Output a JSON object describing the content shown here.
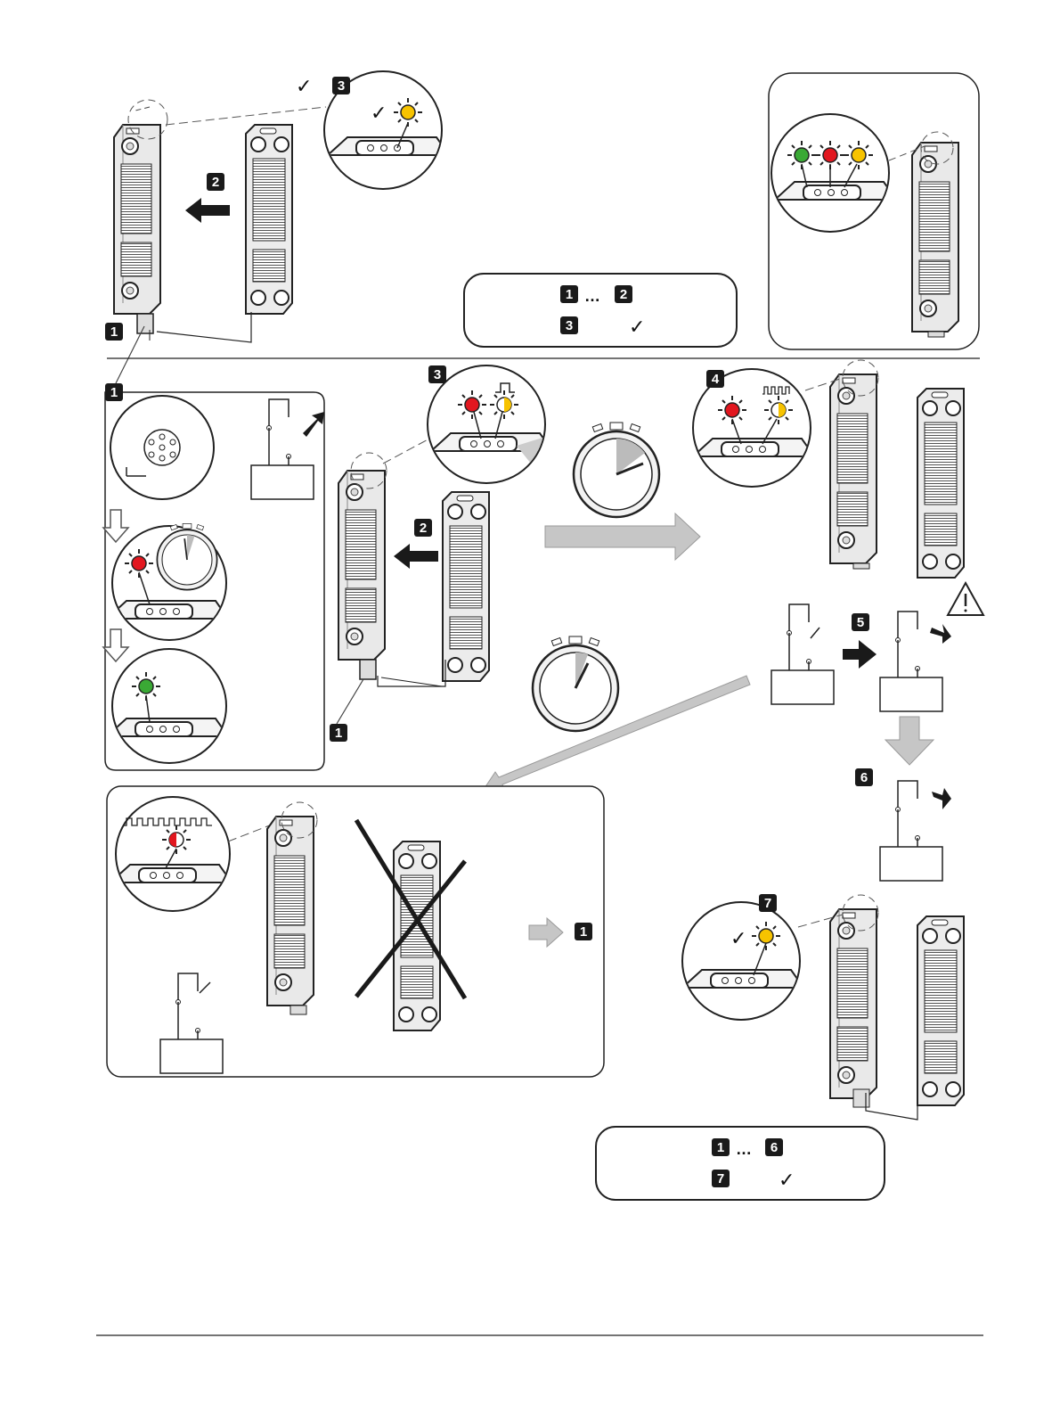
{
  "colors": {
    "led_green": "#3aa935",
    "led_red": "#e2171f",
    "led_yellow": "#f7c300",
    "arrow_grey": "#bdbdbd",
    "ink": "#1a1a1a"
  },
  "step_badges": {
    "s1": "1",
    "s2": "2",
    "s3": "3",
    "s4": "4",
    "s5": "5",
    "s6": "6",
    "s7": "7"
  },
  "marks": {
    "check": "✓",
    "ellipsis": "…"
  },
  "icons": [
    "check-icon",
    "warning-icon",
    "stopwatch-icon",
    "led-icon",
    "switch-contact-icon",
    "connector-icon",
    "ground-icon"
  ]
}
